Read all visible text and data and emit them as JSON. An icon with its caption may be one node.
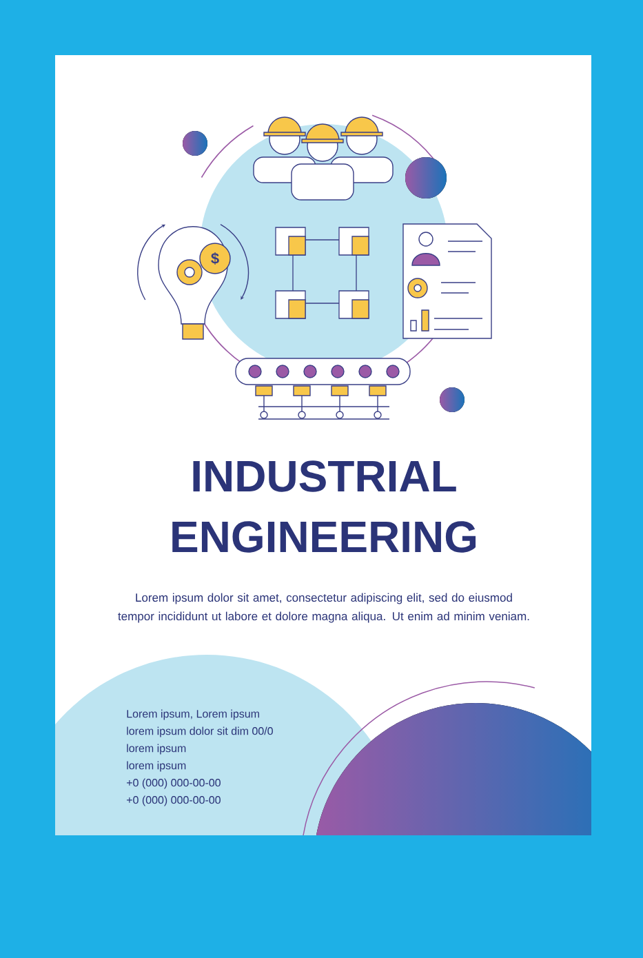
{
  "diagram": {
    "title": "INDUSTRIAL ENGINEERING",
    "labels": [
      "Lorem ipsum dolor sit amet, consectetur adipiscing elit, sed do eiusmod tempor incididunt ut labore et dolore magna aliqua. Ut enim ad minim veniam.",
      "Lorem ipsum, Lorem ipsum",
      "lorem ipsum dolor sit dim 00/0",
      "lorem ipsum",
      "lorem ipsum",
      "+0 (000) 000-00-00",
      "+0 (000) 000-00-00",
      "$"
    ]
  }
}
